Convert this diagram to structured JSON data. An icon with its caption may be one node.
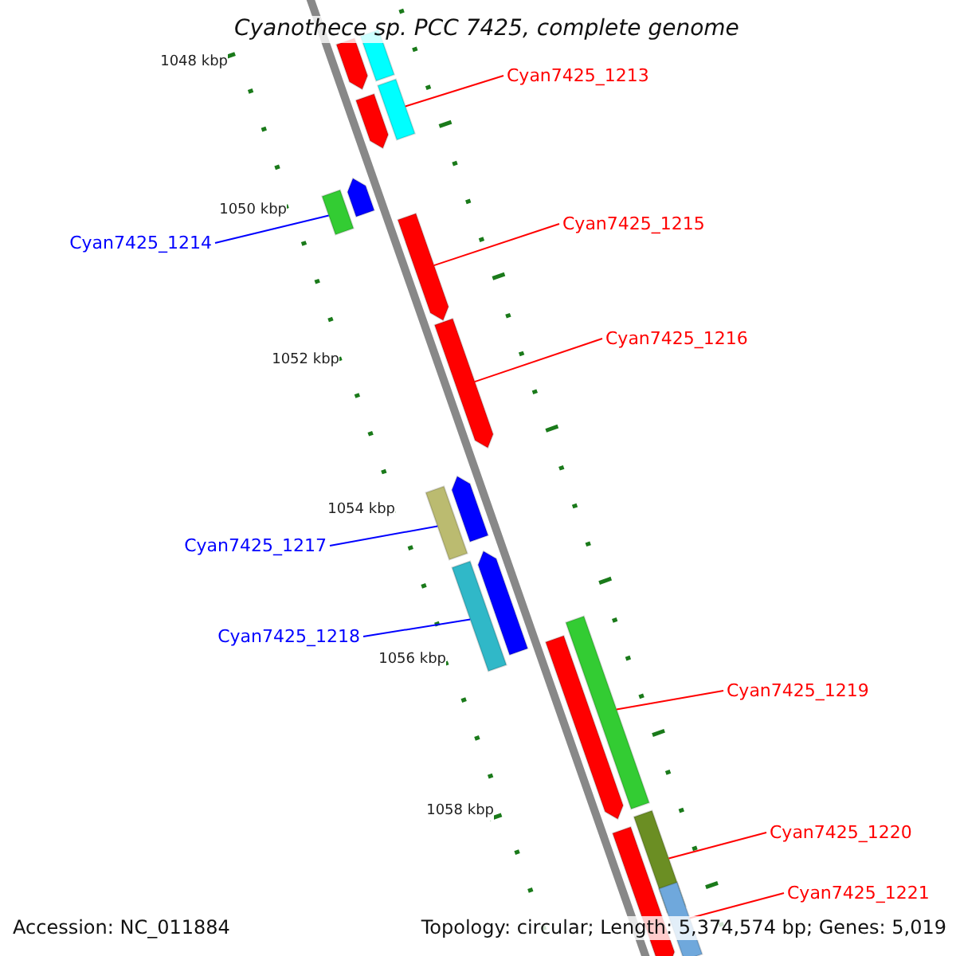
{
  "diagram": {
    "title": "Cyanothece sp. PCC 7425, complete genome",
    "nodes": [
      {
        "text": [],
        "shape": "bar"
      },
      {
        "text": [],
        "shape": "bar"
      },
      {
        "text": [
          "Cyan7425_1213"
        ]
      },
      {
        "text": [],
        "shape": "bar"
      },
      {
        "text": [],
        "shape": "bar"
      },
      {
        "text": [],
        "shape": "bar"
      },
      {
        "text": [],
        "shape": "bar"
      },
      {
        "text": [
          "Cyan7425_1215"
        ]
      },
      {
        "text": [
          "Cyan7425_1214"
        ]
      },
      {
        "text": [],
        "shape": "bar"
      },
      {
        "text": [
          "Cyan7425_1216"
        ]
      },
      {
        "text": [],
        "shape": "bar"
      },
      {
        "text": [],
        "shape": "bar"
      },
      {
        "text": [],
        "shape": "bar"
      },
      {
        "text": [
          "Cyan7425_1217"
        ]
      },
      {
        "text": [],
        "shape": "bar"
      },
      {
        "text": [],
        "shape": "bar"
      },
      {
        "text": [
          "Cyan7425_1218"
        ]
      },
      {
        "text": [],
        "shape": "bar"
      },
      {
        "text": [],
        "shape": "bar"
      },
      {
        "text": [
          "Cyan7425_1219"
        ]
      },
      {
        "text": [
          "Cyan7425_1220"
        ]
      },
      {
        "text": [],
        "shape": "bar"
      },
      {
        "text": [],
        "shape": "bar"
      },
      {
        "text": [
          "Cyan7425_1221"
        ]
      },
      {
        "text": [],
        "shape": "bar"
      }
    ],
    "edges": [
      {
        "from": 2,
        "to": 4,
        "arrow": "none"
      },
      {
        "from": 7,
        "to": 9,
        "arrow": "none"
      },
      {
        "from": 8,
        "to": 6,
        "arrow": "none",
        "color": "#0000ff"
      },
      {
        "from": 10,
        "to": 11,
        "arrow": "none"
      },
      {
        "from": 14,
        "to": 13,
        "arrow": "none",
        "color": "#0000ff"
      },
      {
        "from": 17,
        "to": 16,
        "arrow": "none",
        "color": "#0000ff"
      },
      {
        "from": 20,
        "to": 18,
        "arrow": "none"
      },
      {
        "from": 21,
        "to": 22,
        "arrow": "none"
      },
      {
        "from": 24,
        "to": 25,
        "arrow": "none"
      }
    ],
    "labels": [
      "1048 kbp",
      "1050 kbp",
      "1052 kbp",
      "1054 kbp",
      "1056 kbp",
      "1058 kbp",
      "Accession: NC_011884",
      "Topology: circular; Length: 5,374,574 bp; Genes: 5,019"
    ]
  }
}
